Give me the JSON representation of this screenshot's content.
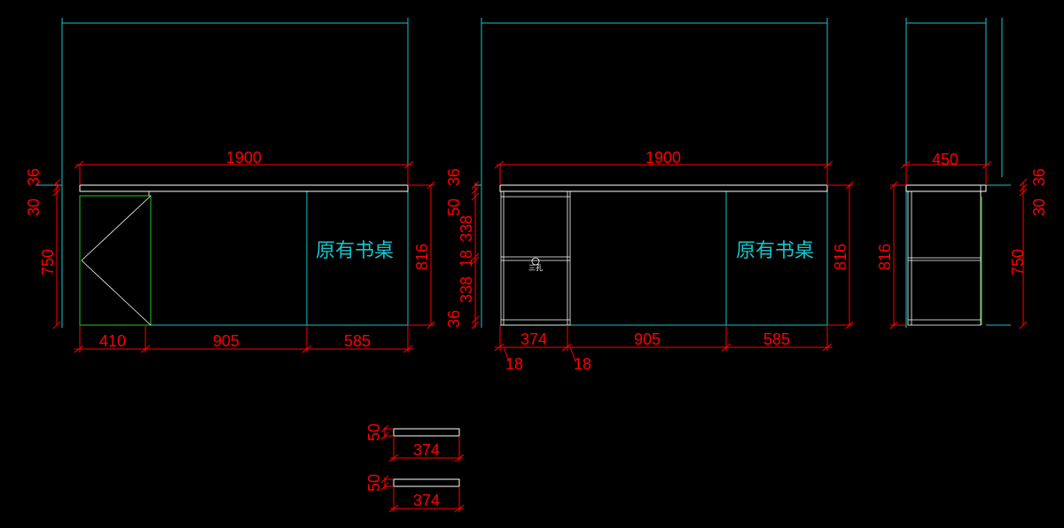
{
  "colors": {
    "background": "#000000",
    "dimension": "#ff0000",
    "outline": "#16c5cc",
    "panel": "#ffffff",
    "accent": "#22cc22"
  },
  "view1": {
    "total_width": "1900",
    "top_thickness": "36",
    "gap": "30",
    "height": "750",
    "overall_height": "816",
    "segments": [
      "410",
      "905",
      "585"
    ],
    "label": "原有书桌"
  },
  "view2": {
    "total_width": "1900",
    "v_dims": [
      "36",
      "50",
      "338",
      "18",
      "338",
      "36"
    ],
    "overall_height": "816",
    "segments": [
      "374",
      "905",
      "585"
    ],
    "sub_dims": [
      "18",
      "18"
    ],
    "small_label": "三孔",
    "label": "原有书桌"
  },
  "view3": {
    "width": "450",
    "overall_height": "816",
    "top_thickness": "36",
    "gap": "30",
    "height": "750"
  },
  "details": [
    {
      "height": "50",
      "width": "374"
    },
    {
      "height": "50",
      "width": "374"
    }
  ]
}
